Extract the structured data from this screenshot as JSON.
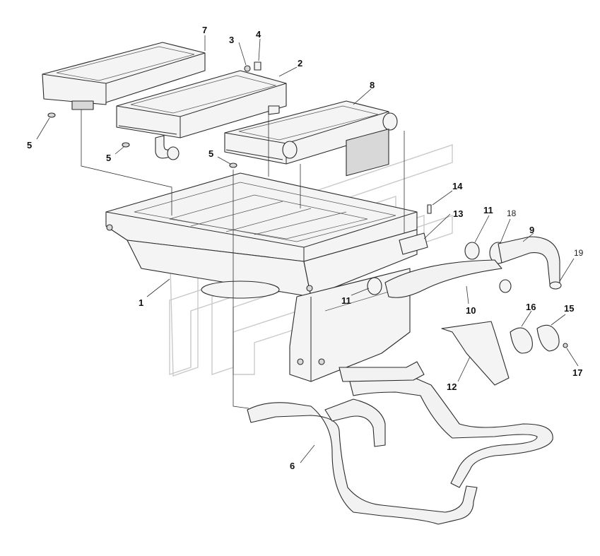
{
  "callouts": {
    "c1": "1",
    "c2": "2",
    "c3": "3",
    "c4": "4",
    "c5a": "5",
    "c5b": "5",
    "c5c": "5",
    "c6": "6",
    "c7": "7",
    "c8": "8",
    "c9": "9",
    "c10": "10",
    "c11a": "11",
    "c11b": "11",
    "c12": "12",
    "c13": "13",
    "c14": "14",
    "c15": "15",
    "c16": "16",
    "c17": "17",
    "c18": "18",
    "c19": "19"
  },
  "watermark": {
    "type": "logo-mark",
    "description_icon": "parts-catalog-logo"
  },
  "colors": {
    "line": "#2a2a2a",
    "fill": "#f4f4f4",
    "watermark": "#c9c9c9"
  }
}
